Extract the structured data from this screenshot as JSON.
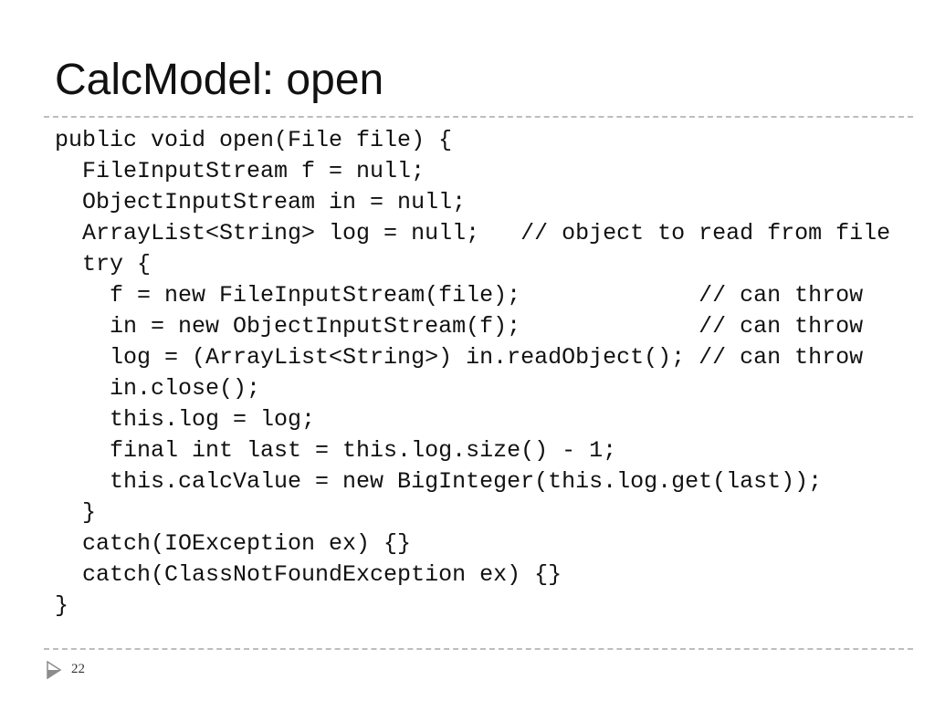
{
  "slide": {
    "title": "CalcModel: open",
    "page_number": "22"
  },
  "code_lines": [
    "public void open(File file) {",
    "  FileInputStream f = null;",
    "  ObjectInputStream in = null;",
    "  ArrayList<String> log = null;   // object to read from file",
    "  try {",
    "    f = new FileInputStream(file);             // can throw",
    "    in = new ObjectInputStream(f);             // can throw",
    "    log = (ArrayList<String>) in.readObject(); // can throw",
    "    in.close();",
    "    this.log = log;",
    "    final int last = this.log.size() - 1;",
    "    this.calcValue = new BigInteger(this.log.get(last));",
    "  }",
    "  catch(IOException ex) {}",
    "  catch(ClassNotFoundException ex) {}",
    "}"
  ],
  "colors": {
    "text": "#111111",
    "rule": "#bdbdbd",
    "marker": "#8c8c8c"
  },
  "icons": {
    "footer_marker": "triangle-bullet-icon"
  }
}
